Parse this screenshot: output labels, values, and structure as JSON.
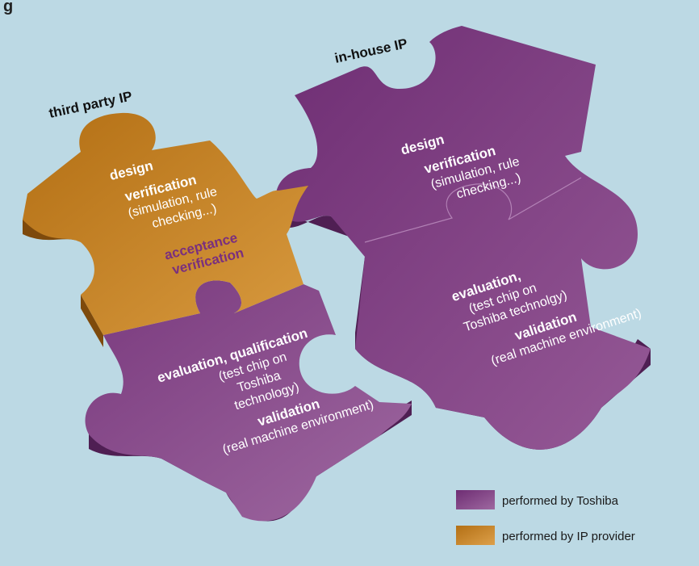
{
  "fragment_top": "g",
  "groups": {
    "third_party": {
      "label": "third party IP"
    },
    "in_house": {
      "label": "in-house IP"
    }
  },
  "third_party_piece": {
    "design": "design",
    "verification": "verification",
    "verification_detail_1": "(simulation, rule",
    "verification_detail_2": "checking...)",
    "acceptance_1": "acceptance",
    "acceptance_2": "verification"
  },
  "third_party_lower": {
    "evaluation": "evaluation, qualification",
    "detail_1": "(test chip on",
    "detail_2": "Toshiba",
    "detail_3": "technology)",
    "validation": "validation",
    "validation_detail": "(real machine environment)"
  },
  "in_house_upper": {
    "design": "design",
    "verification": "verification",
    "verification_detail_1": "(simulation, rule",
    "verification_detail_2": "checking...)"
  },
  "in_house_lower": {
    "evaluation": "evaluation,",
    "detail_1": "(test chip on",
    "detail_2": "Toshiba technolgy)",
    "validation": "validation",
    "validation_detail": "(real machine environment)"
  },
  "legend": {
    "toshiba": {
      "label": "performed by Toshiba",
      "color": "#7e3b82"
    },
    "provider": {
      "label": "performed by IP provider",
      "color": "#c27d1c"
    }
  },
  "colors": {
    "background": "#bcd9e4",
    "purple_top": "#7e3b82",
    "purple_side": "#4f1f53",
    "orange_top": "#c27d1c",
    "orange_side": "#7e4a0c"
  }
}
